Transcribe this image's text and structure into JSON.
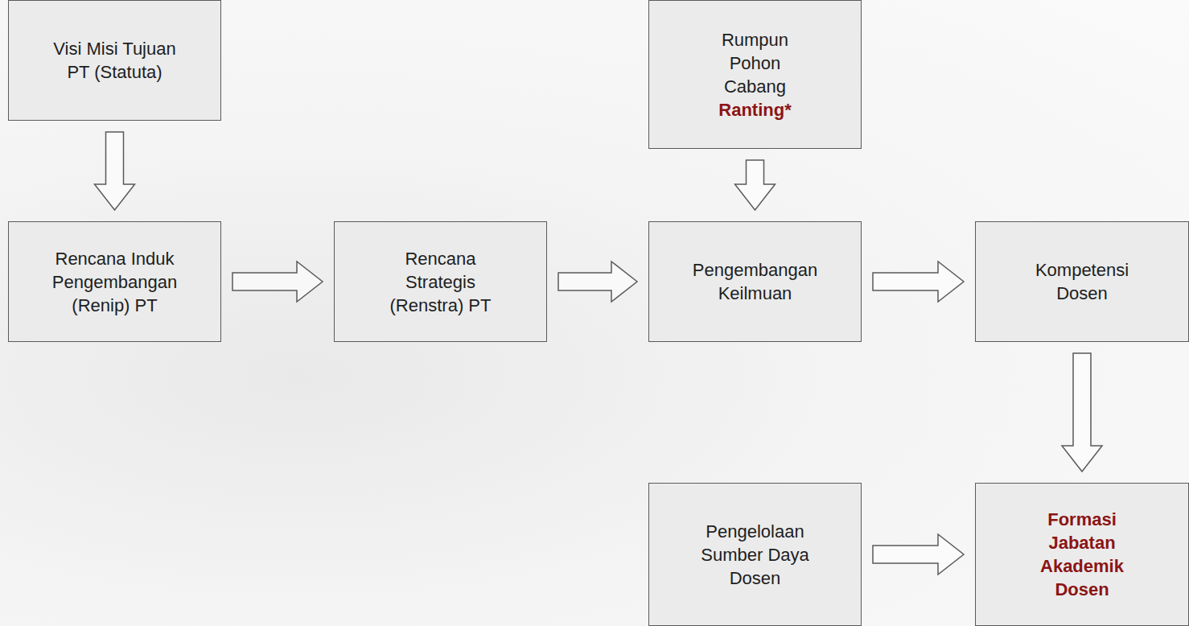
{
  "diagram": {
    "nodes": [
      {
        "text": [
          "Visi Misi Tujuan PT (Statuta)"
        ]
      },
      {
        "text": [
          "Rumpun Pohon Cabang",
          "Ranting*"
        ]
      },
      {
        "text": [
          "Rencana Induk Pengembangan (Renip) PT"
        ]
      },
      {
        "text": [
          "Rencana Strategis (Renstra) PT"
        ]
      },
      {
        "text": [
          "Pengembangan Keilmuan"
        ]
      },
      {
        "text": [
          "Kompetensi Dosen"
        ]
      },
      {
        "text": [
          "Pengelolaan Sumber Daya Dosen"
        ]
      },
      {
        "text": [
          "Formasi Jabatan Akademik Dosen"
        ]
      }
    ],
    "edges": [
      {
        "from": 0,
        "to": 2,
        "arrow": "to"
      },
      {
        "from": 2,
        "to": 3,
        "arrow": "to"
      },
      {
        "from": 3,
        "to": 4,
        "arrow": "to"
      },
      {
        "from": 1,
        "to": 4,
        "arrow": "to"
      },
      {
        "from": 4,
        "to": 5,
        "arrow": "to"
      },
      {
        "from": 5,
        "to": 7,
        "arrow": "to"
      },
      {
        "from": 6,
        "to": 7,
        "arrow": "to"
      }
    ]
  }
}
